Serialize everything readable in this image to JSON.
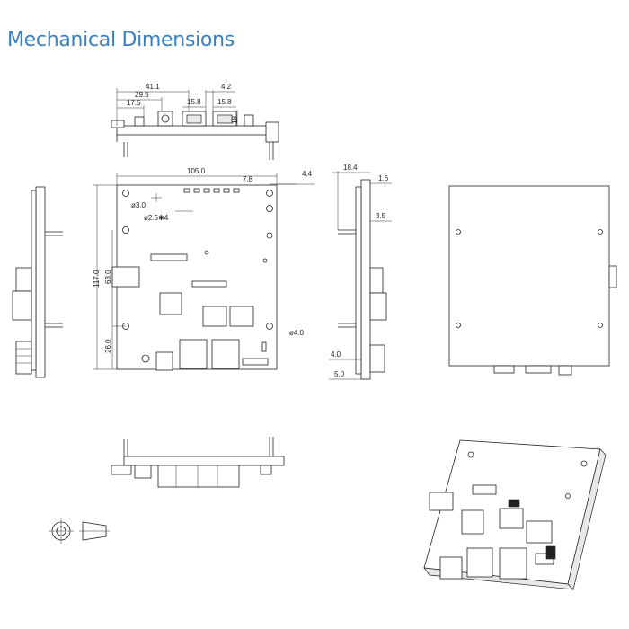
{
  "title": "Mechanical Dimensions",
  "top_view": {
    "d1": "41.1",
    "d2": "29.5",
    "d3": "17.5",
    "d4": "4.2",
    "d5": "15.8",
    "d6": "15.8",
    "d7": "18"
  },
  "front_view": {
    "width": "105.0",
    "d_right1": "7.8",
    "d_right2": "4.4",
    "hole1": "ø3.0",
    "hole2": "ø2.5✱4",
    "height": "117.0",
    "h2": "63.0",
    "h3": "26.0",
    "hole3": "ø4.0"
  },
  "side_view": {
    "d1": "18.4",
    "d2": "1.6",
    "d3": "3.5",
    "d4": "4.0",
    "d5": "5.0"
  },
  "icons": [
    "projection-circle-icon",
    "projection-cone-icon"
  ]
}
